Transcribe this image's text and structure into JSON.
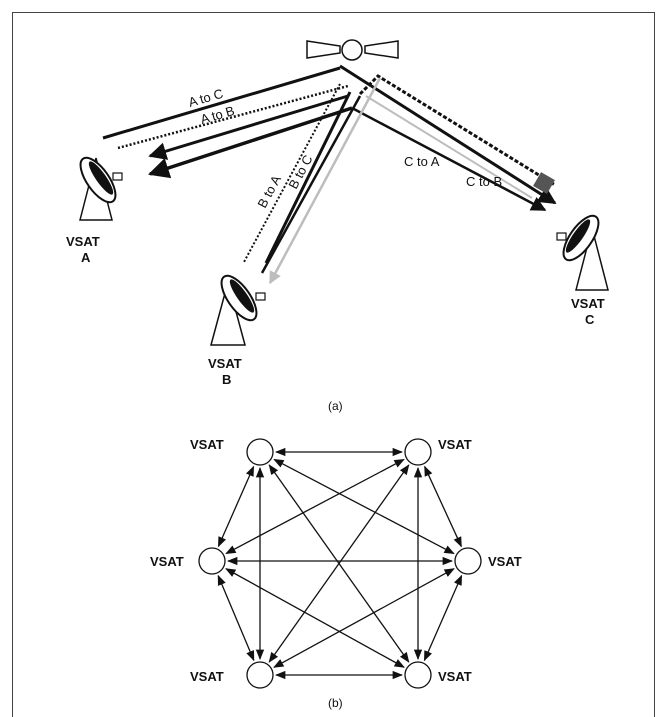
{
  "part_a": {
    "caption": "(a)",
    "stations": {
      "a": {
        "line1": "VSAT",
        "line2": "A"
      },
      "b": {
        "line1": "VSAT",
        "line2": "B"
      },
      "c": {
        "line1": "VSAT",
        "line2": "C"
      }
    },
    "links": {
      "a_to_c": "A to C",
      "a_to_b": "A to B",
      "b_to_c": "B to C",
      "b_to_a": "B to A",
      "c_to_a": "C to A",
      "c_to_b": "C to B"
    }
  },
  "part_b": {
    "caption": "(b)",
    "node_label": "VSAT",
    "nodes": [
      "VSAT",
      "VSAT",
      "VSAT",
      "VSAT",
      "VSAT",
      "VSAT"
    ]
  },
  "colors": {
    "ink": "#111111",
    "gray": "#bdbdbd",
    "border": "#444444"
  }
}
